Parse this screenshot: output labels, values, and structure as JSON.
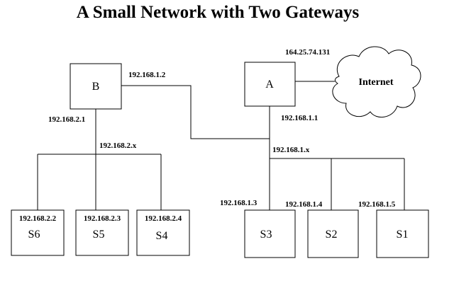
{
  "title": "A Small Network with Two Gateways",
  "nodes": {
    "a": "A",
    "b": "B",
    "internet": "Internet",
    "s1": "S1",
    "s2": "S2",
    "s3": "S3",
    "s4": "S4",
    "s5": "S5",
    "s6": "S6"
  },
  "addresses": {
    "a_external": "164.25.74.131",
    "b_lan1": "192.168.1.2",
    "a_lan1": "192.168.1.1",
    "b_lan2": "192.168.2.1",
    "net2": "192.168.2.x",
    "net1": "192.168.1.x",
    "s6": "192.168.2.2",
    "s5": "192.168.2.3",
    "s4": "192.168.2.4",
    "s3": "192.168.1.3",
    "s2": "192.168.1.4",
    "s1": "192.168.1.5"
  }
}
